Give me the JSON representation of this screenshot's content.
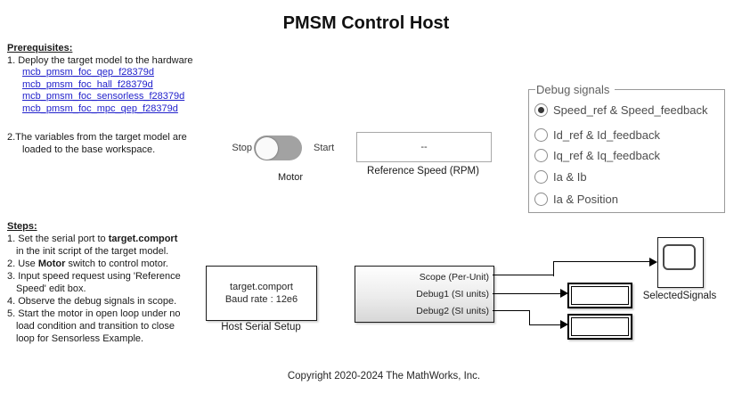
{
  "title": "PMSM Control Host",
  "prerequisites": {
    "heading": "Prerequisites:",
    "item1": "1. Deploy the target model to the hardware",
    "links": [
      "mcb_pmsm_foc_qep_f28379d",
      "mcb_pmsm_foc_hall_f28379d",
      "mcb_pmsm_foc_sensorless_f28379d",
      "mcb_pmsm_foc_mpc_qep_f28379d"
    ],
    "item2_line1": "2.The variables from the target model are",
    "item2_line2": "loaded to the base workspace."
  },
  "motor_switch": {
    "left_label": "Stop",
    "right_label": "Start",
    "label": "Motor",
    "state": "Stop"
  },
  "reference_speed": {
    "value": "--",
    "label": "Reference Speed (RPM)"
  },
  "debug_signals": {
    "legend": "Debug signals",
    "options": [
      {
        "label": "Speed_ref & Speed_feedback",
        "selected": true
      },
      {
        "label": "Id_ref & Id_feedback",
        "selected": false
      },
      {
        "label": "Iq_ref & Iq_feedback",
        "selected": false
      },
      {
        "label": "Ia & Ib",
        "selected": false
      },
      {
        "label": "Ia & Position",
        "selected": false
      }
    ]
  },
  "steps": {
    "heading": "Steps:",
    "s1_pre": "1. Set the serial port to ",
    "s1_bold": "target.comport",
    "s1_cont": "in the init script of the target model.",
    "s2_pre": "2. Use ",
    "s2_bold": "Motor",
    "s2_post": " switch to control motor.",
    "s3_l1": "3. Input speed request using 'Reference",
    "s3_l2": "Speed' edit box.",
    "s4": "4. Observe the debug signals in scope.",
    "s5_l1": "5. Start the motor in open loop under no",
    "s5_l2": "load condition and transition to close",
    "s5_l3": "loop for Sensorless Example."
  },
  "host_serial": {
    "line1": "target.comport",
    "line2": "Baud rate : 12e6",
    "label": "Host Serial Setup"
  },
  "comms_block": {
    "ports": [
      "Scope (Per-Unit)",
      "Debug1 (SI units)",
      "Debug2 (SI units)"
    ]
  },
  "scope": {
    "label": "SelectedSignals"
  },
  "footer": "Copyright 2020-2024 The MathWorks, Inc.",
  "colors": {
    "link": "#2222CC",
    "switch_track": "#A2A2A2",
    "debug_text": "#4D4D4D",
    "wire": "#000000"
  }
}
